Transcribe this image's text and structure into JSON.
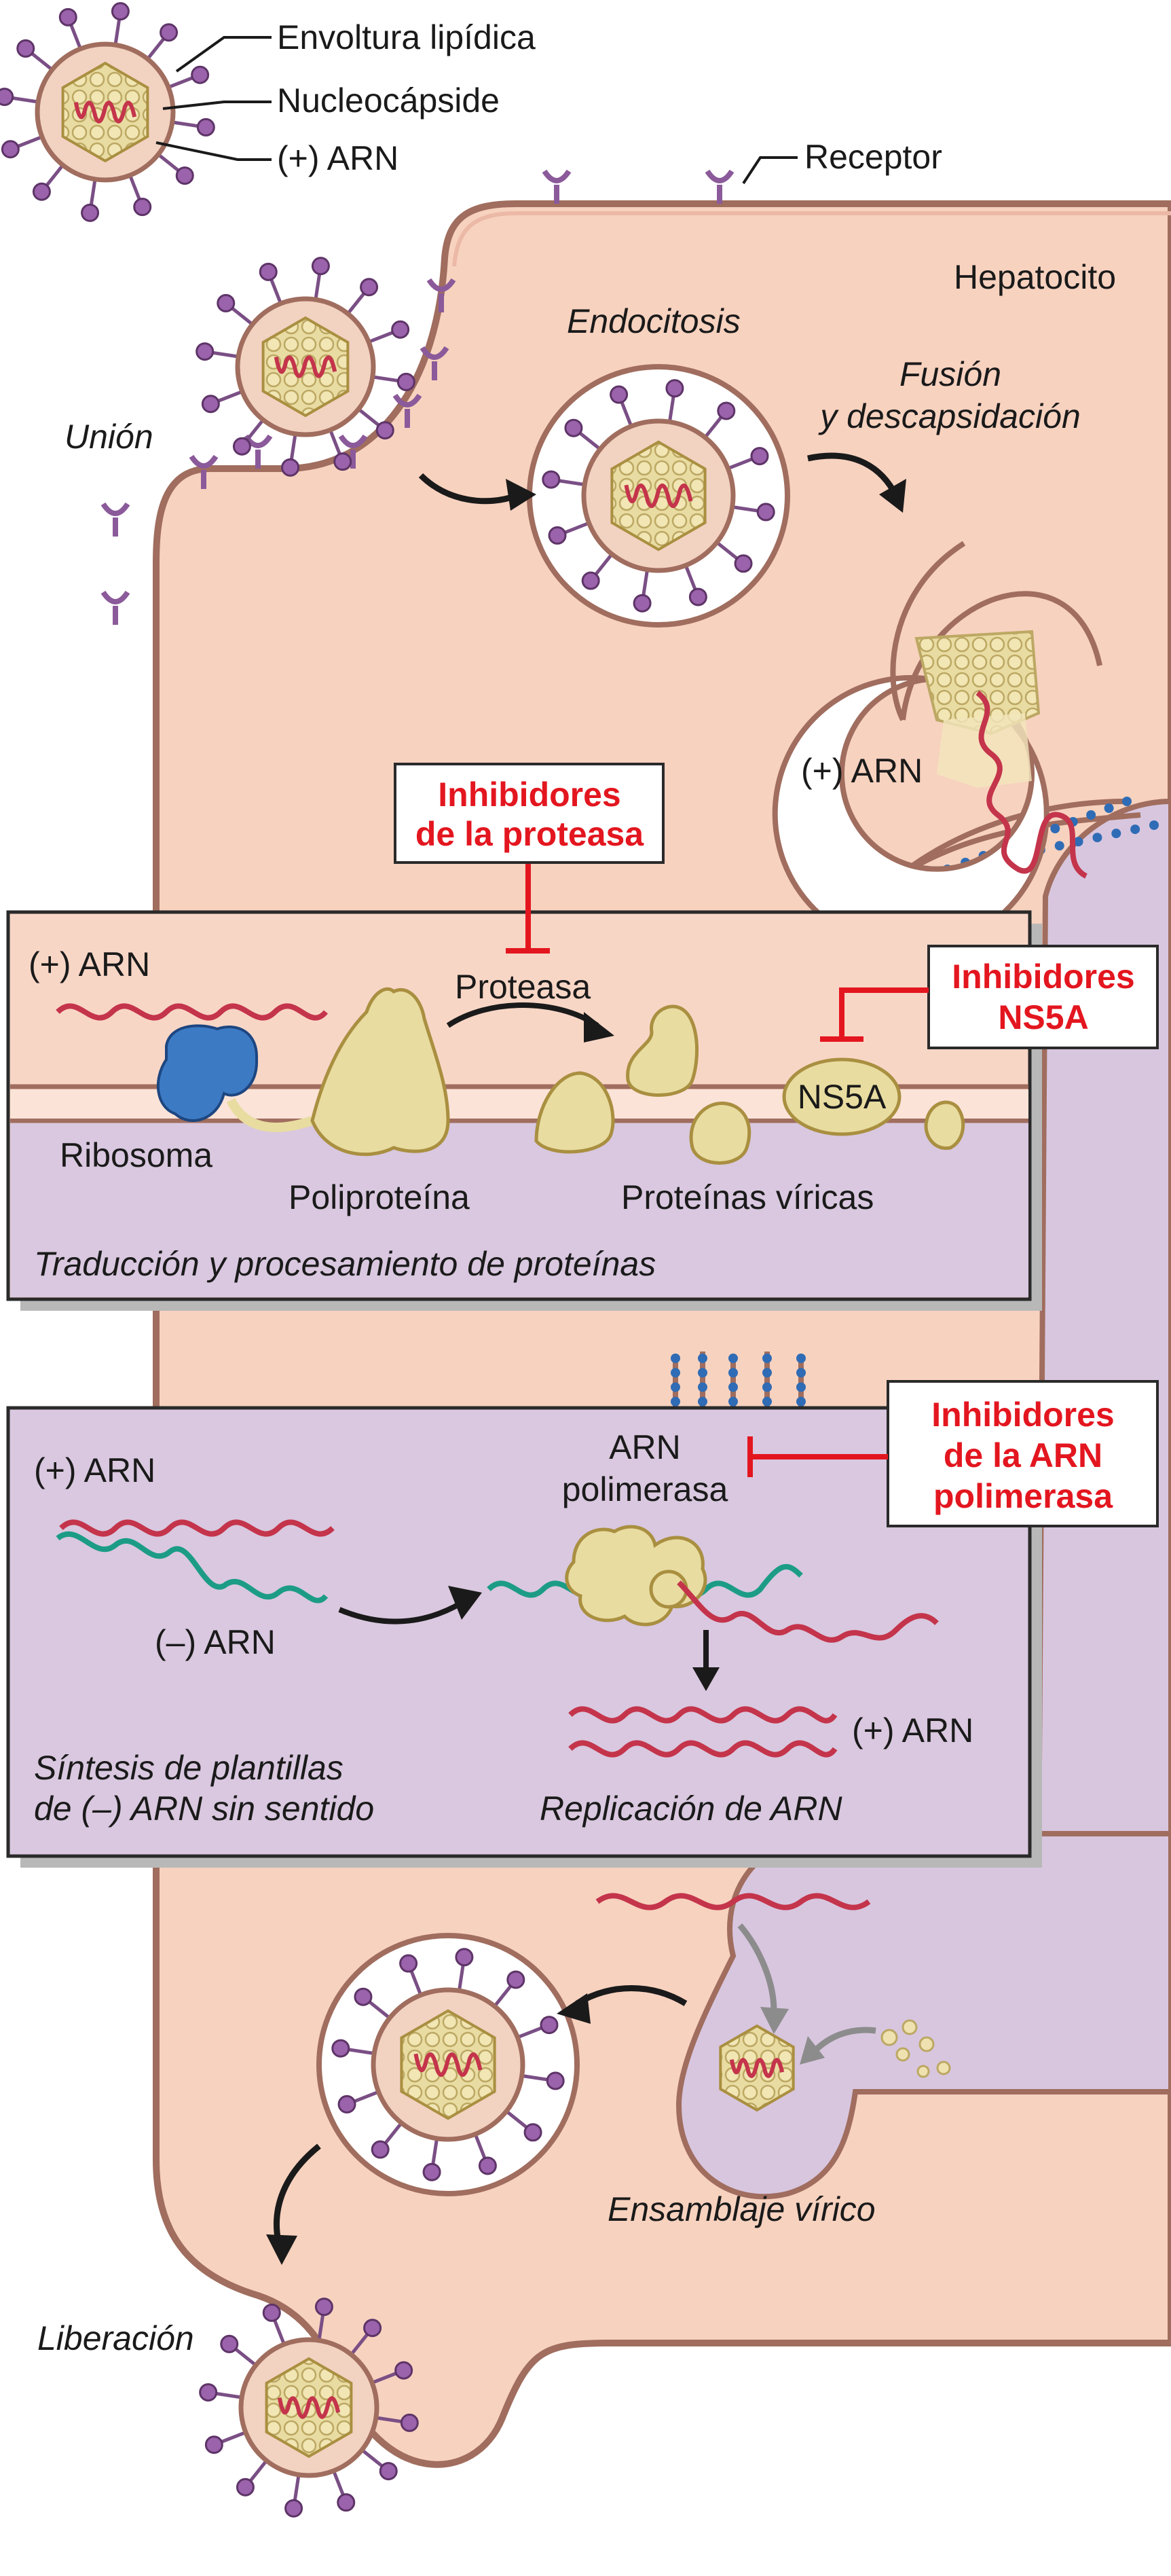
{
  "labels": {
    "envelope": "Envoltura lipídica",
    "nucleocapsid": "Nucleocápside",
    "rna_genome": "(+) ARN",
    "receptor": "Receptor",
    "hepatocyte": "Hepatocito",
    "binding": "Unión",
    "endocytosis": "Endocitosis",
    "fusion_line1": "Fusión",
    "fusion_line2": "y descapsidación",
    "released_rna": "(+) ARN",
    "assembly": "Ensamblaje vírico",
    "release": "Liberación"
  },
  "inhibitors": {
    "protease_line1": "Inhibidores",
    "protease_line2": "de la proteasa",
    "ns5a_line1": "Inhibidores",
    "ns5a_line2": "NS5A",
    "polymerase_line1": "Inhibidores",
    "polymerase_line2": "de la ARN",
    "polymerase_line3": "polimerasa"
  },
  "translation_panel": {
    "rna": "(+) ARN",
    "ribosome": "Ribosoma",
    "polyprotein": "Poliproteína",
    "protease": "Proteasa",
    "ns5a": "NS5A",
    "viral_proteins": "Proteínas víricas",
    "caption": "Traducción y procesamiento de proteínas"
  },
  "replication_panel": {
    "plus_rna": "(+) ARN",
    "minus_rna": "(–) ARN",
    "polymerase_line1": "ARN",
    "polymerase_line2": "polimerasa",
    "new_plus_rna": "(+) ARN",
    "caption_left_line1": "Síntesis de plantillas",
    "caption_left_line2": "de (–) ARN sin sentido",
    "caption_right": "Replicación de ARN"
  },
  "colors": {
    "cytoplasm": "#f7d3c2",
    "membrane": "#a06d5e",
    "er_lumen": "#d9c8df",
    "rna_red": "#c4344b",
    "rna_green": "#1c9c86",
    "capsid": "#e8dca0",
    "spike": "#8b5a9a",
    "ribosome": "#3d7ac4",
    "inhibitor_red": "#e3161f",
    "ribosome_dots": "#2f6cb5"
  }
}
